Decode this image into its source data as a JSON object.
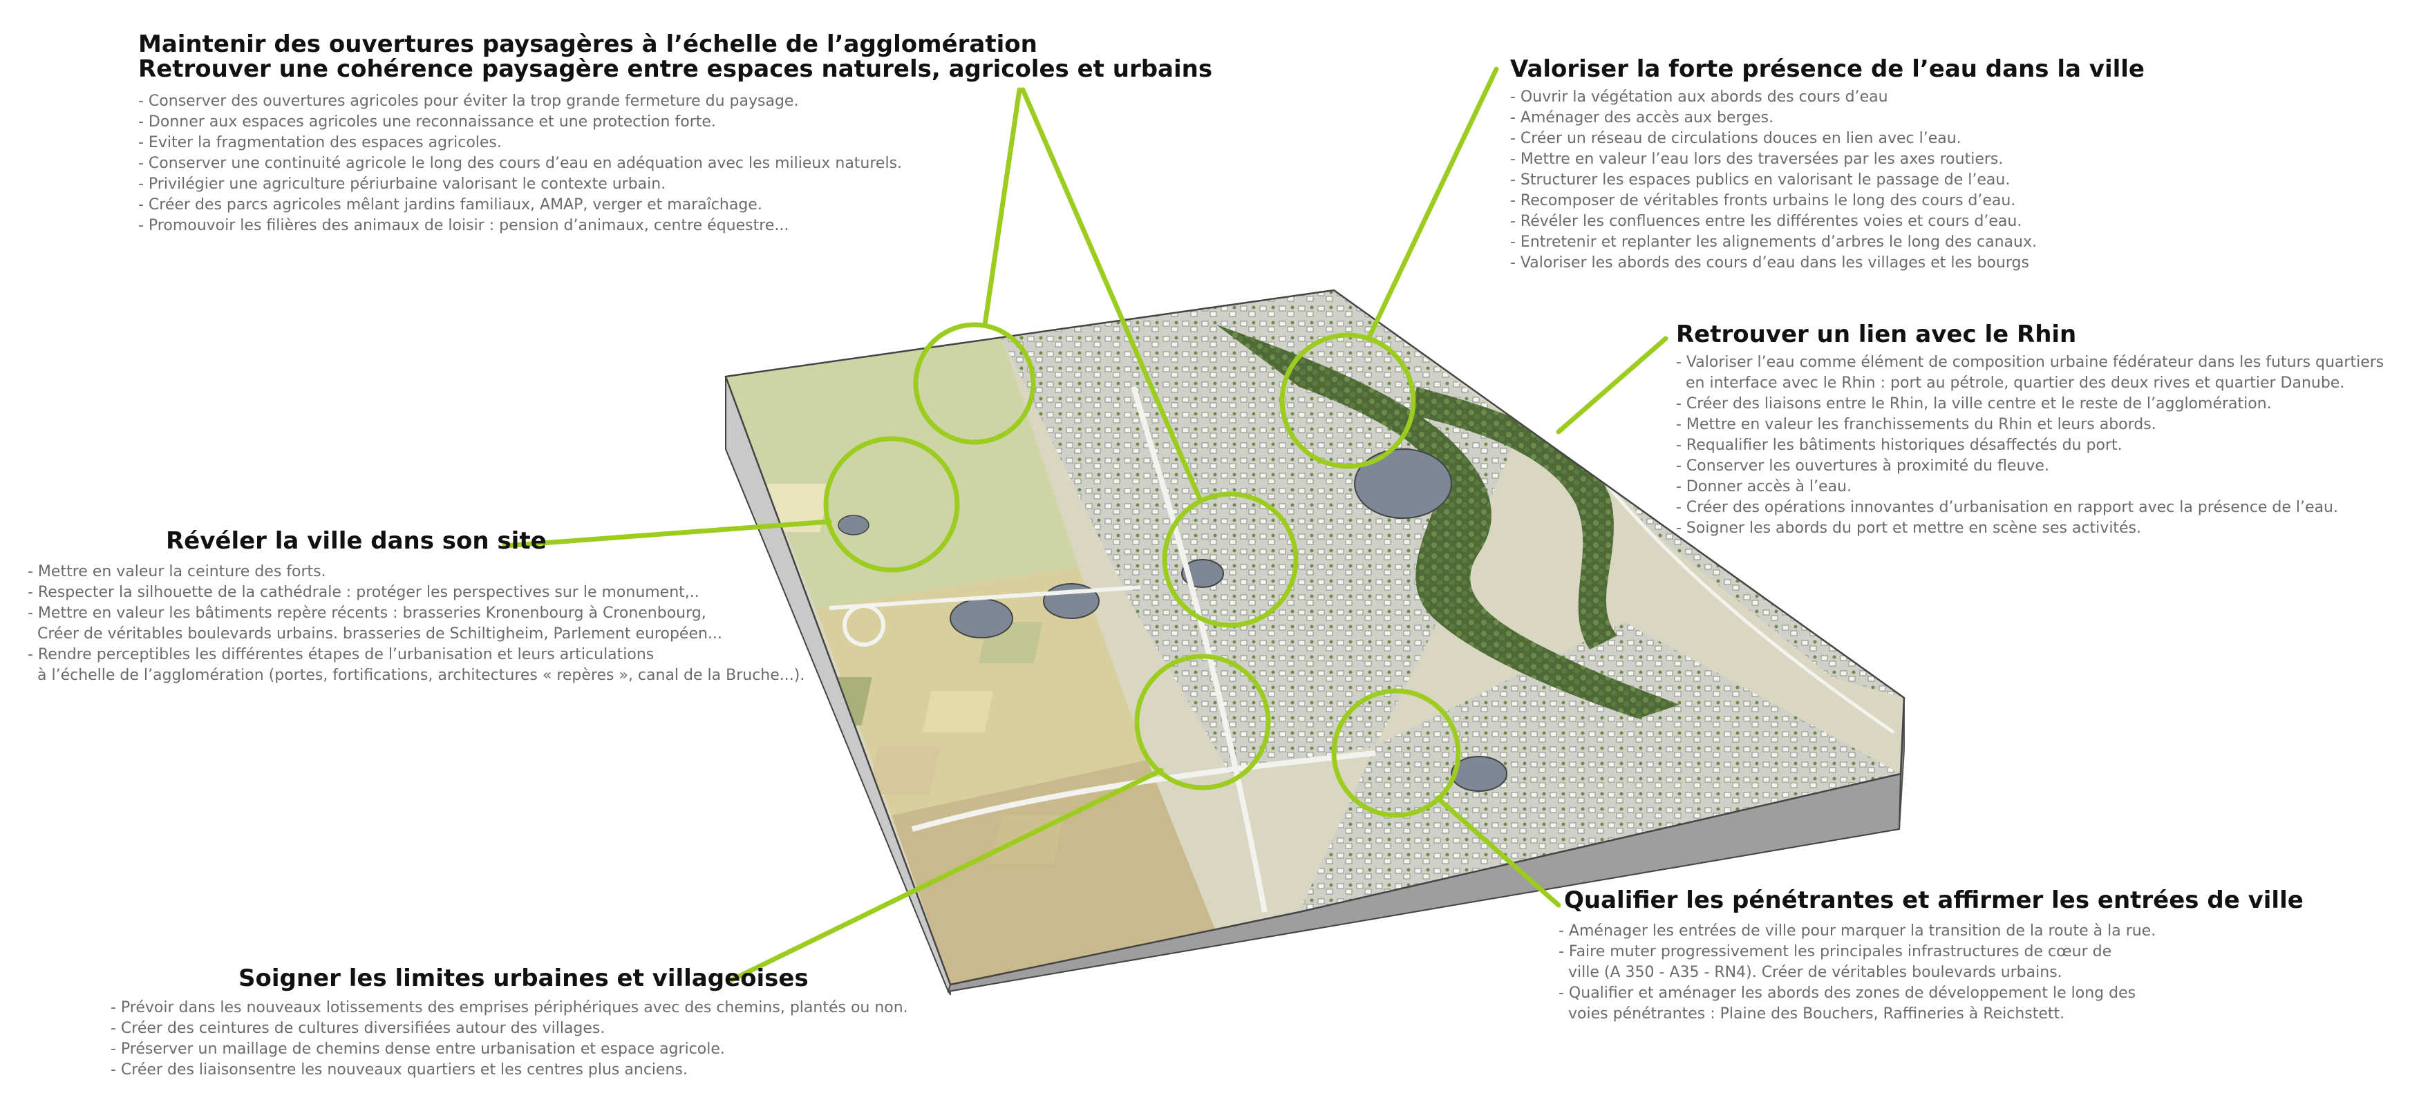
{
  "sections": {
    "paysage": {
      "title_1": "Maintenir des ouvertures paysagères à l’échelle de l’agglomération",
      "title_2": "Retrouver une cohérence paysagère entre espaces naturels, agricoles et urbains",
      "items": [
        "- Conserver des ouvertures agricoles pour éviter la trop grande fermeture du paysage.",
        "- Donner aux espaces agricoles une reconnaissance et une protection forte.",
        "- Eviter la fragmentation des espaces agricoles.",
        "- Conserver une continuité agricole le long des cours d’eau en adéquation avec les milieux naturels.",
        "- Privilégier une agriculture périurbaine valorisant le contexte urbain.",
        "- Créer des parcs agricoles mêlant jardins familiaux, AMAP, verger et maraîchage.",
        "- Promouvoir les filières des animaux de loisir : pension d’animaux, centre équestre..."
      ]
    },
    "eau": {
      "title": "Valoriser la forte présence de l’eau dans la ville",
      "items": [
        "- Ouvrir la végétation aux abords des cours d’eau",
        "- Aménager des accès aux berges.",
        "- Créer un réseau de circulations douces en lien avec l’eau.",
        "- Mettre en valeur l’eau lors des traversées par les axes routiers.",
        "- Structurer les espaces publics en valorisant le passage de l’eau.",
        "- Recomposer de véritables fronts urbains le long des cours d’eau.",
        "- Révéler les confluences entre les différentes voies et cours d’eau.",
        "- Entretenir et replanter les alignements d’arbres le long des canaux.",
        "- Valoriser les abords des cours d’eau dans les villages et les bourgs"
      ]
    },
    "rhin": {
      "title": "Retrouver un lien avec le Rhin",
      "items": [
        "- Valoriser l’eau comme élément de composition urbaine fédérateur dans les futurs quartiers",
        "  en interface avec le Rhin : port au pétrole, quartier des deux rives et quartier Danube.",
        "- Créer des liaisons entre le Rhin, la ville centre et le reste de l’agglomération.",
        "- Mettre en valeur les franchissements du Rhin et leurs abords.",
        "- Requalifier les bâtiments historiques désaffectés du port.",
        "- Conserver les ouvertures à proximité du fleuve.",
        "- Donner accès à l’eau.",
        "- Créer des opérations innovantes d’urbanisation en rapport avec la présence de l’eau.",
        "- Soigner les abords du port et mettre en scène ses activités."
      ]
    },
    "site": {
      "title": "Révéler la ville dans son site",
      "items": [
        "- Mettre en valeur la ceinture des forts.",
        "- Respecter la silhouette de la cathédrale : protéger les perspectives sur le monument,..",
        "- Mettre en valeur les bâtiments repère récents : brasseries Kronenbourg à Cronenbourg,",
        "  Créer de véritables boulevards urbains. brasseries de Schiltigheim, Parlement européen...",
        "- Rendre perceptibles les différentes étapes de l’urbanisation et leurs articulations",
        "  à l’échelle de l’agglomération (portes, fortifications, architectures « repères », canal de la Bruche...)."
      ]
    },
    "entrees": {
      "title": "Qualifier les pénétrantes et affirmer les entrées de ville",
      "items": [
        "- Aménager les entrées de ville pour marquer la transition de la route à la rue.",
        "- Faire muter progressivement les principales infrastructures de cœur de",
        "  ville (A 350 - A35 - RN4). Créer de véritables boulevards urbains.",
        "- Qualifier et aménager les abords des zones de développement le long des",
        "  voies pénétrantes : Plaine des Bouchers, Raffineries à Reichstett."
      ]
    },
    "limites": {
      "title": "Soigner les limites urbaines et villageoises",
      "items": [
        "- Prévoir dans les nouveaux lotissements des emprises périphériques avec des chemins, plantés ou non.",
        "- Créer des ceintures de cultures diversifiées autour des villages.",
        "- Préserver un maillage de chemins dense entre urbanisation et espace agricole.",
        "- Créer des liaisonsentre les nouveaux quartiers et les centres plus anciens."
      ]
    }
  },
  "colors": {
    "accent_green": "#9ccc1f",
    "water": "#7a8694",
    "forest": "#4f6b3a",
    "field_light": "#e6e0b8",
    "urban": "#d8d8d2"
  }
}
